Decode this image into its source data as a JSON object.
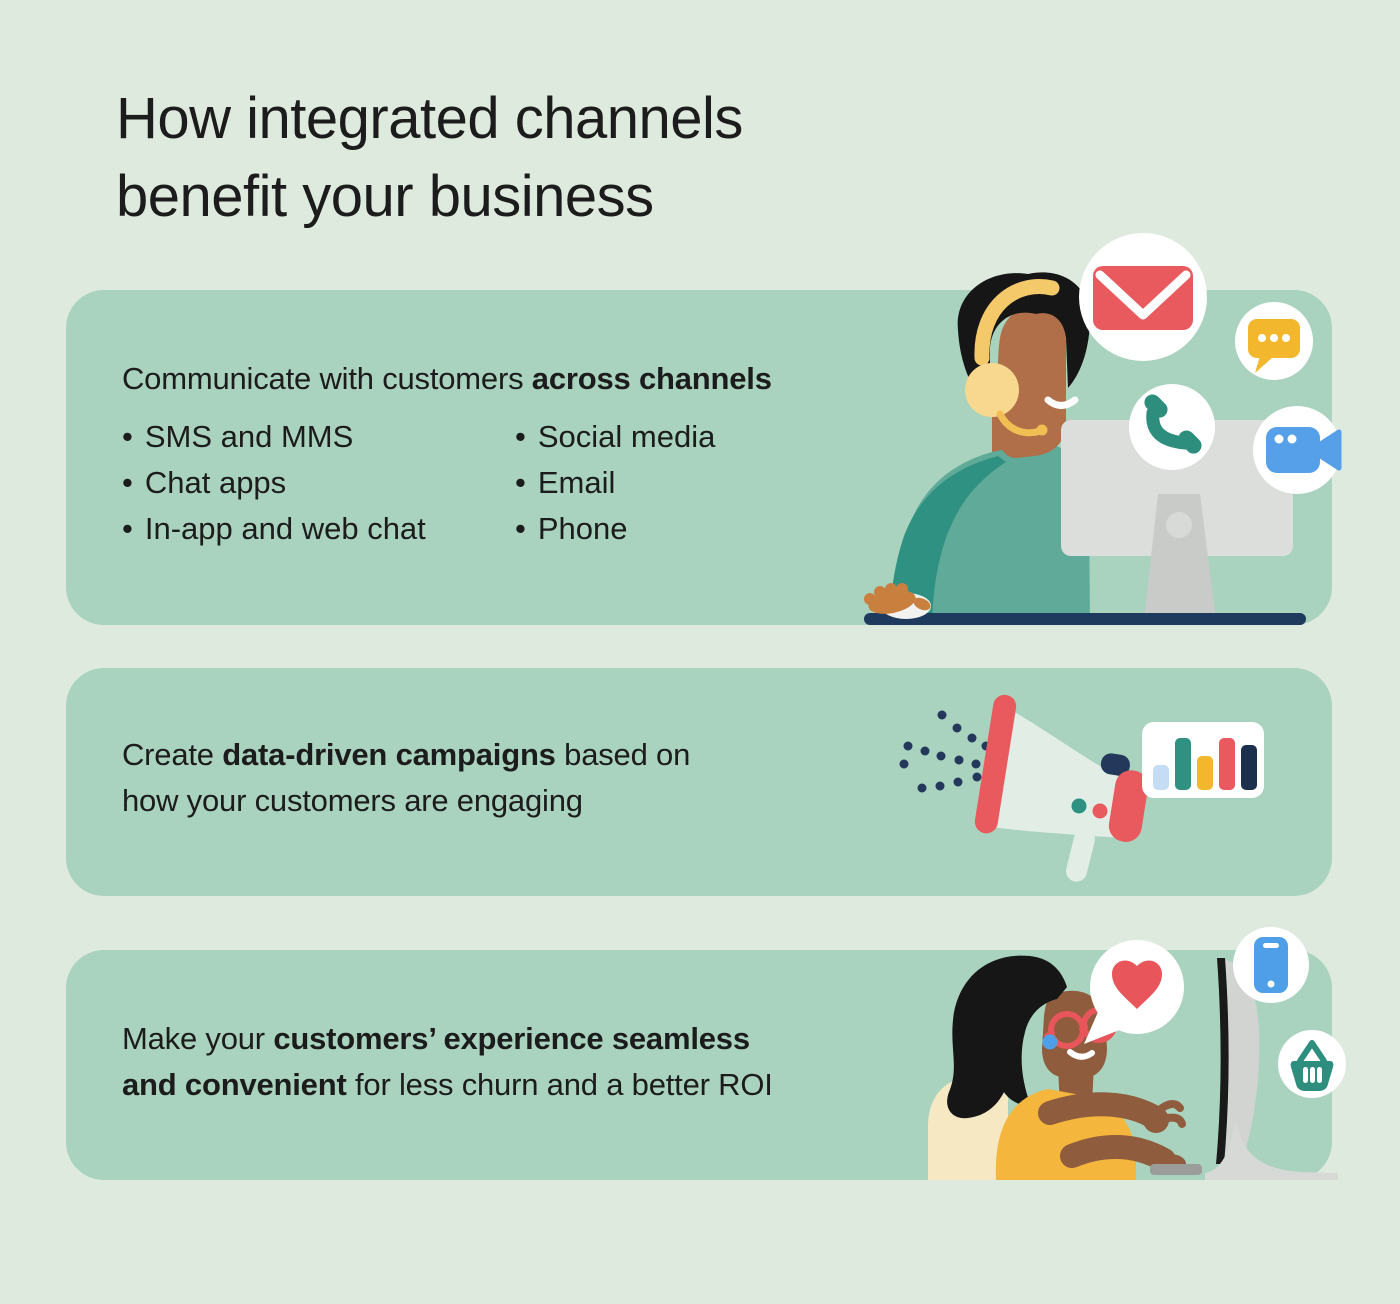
{
  "page": {
    "title_line1": "How integrated channels",
    "title_line2": "benefit your business"
  },
  "colors": {
    "background": "#dfeadf",
    "card": "#a9d3be",
    "text": "#1c1c1c",
    "red": "#e95a5e",
    "heart_red": "#e8565c",
    "yellow": "#f2b72c",
    "teal": "#2e8e7e",
    "blue": "#55a0e8",
    "light_blue": "#c4ddf4",
    "navy_desk": "#1e3a5c",
    "navy_bar": "#1c2f4d",
    "shirt_teal": "#5faa99",
    "shirt_teal_dark": "#2f9181",
    "skin_man": "#b06f48",
    "skin_woman": "#8f5c3d",
    "hair_black": "#161616",
    "chair_cream": "#f5e8c2",
    "headset_yellow": "#f3c96a",
    "top_yellow": "#f4b63c",
    "monitor_gray": "#dcdedc",
    "megaphone_mint": "#e2eee5",
    "icon_circle": "#ffffff"
  },
  "cards": [
    {
      "name": "communicate-across-channels",
      "heading": {
        "pre": "Communicate with customers ",
        "bold": "across channels"
      },
      "bullets_col1": [
        "SMS and MMS",
        "Chat apps",
        "In-app and web chat"
      ],
      "bullets_col2": [
        "Social media",
        "Email",
        "Phone"
      ],
      "icons": [
        "email-icon",
        "chat-bubble-icon",
        "phone-icon",
        "video-camera-icon"
      ],
      "illustration": "support-agent-with-headset-at-monitor"
    },
    {
      "name": "data-driven-campaigns",
      "heading": {
        "line1_pre": "Create ",
        "line1_bold": "data-driven campaigns",
        "line1_post": " based on",
        "line2": "how your customers are engaging"
      },
      "icons": [
        "megaphone-icon",
        "bar-chart-icon"
      ],
      "illustration": "megaphone-with-engagement-chart"
    },
    {
      "name": "seamless-customer-experience",
      "heading": {
        "line1_pre": "Make your ",
        "line1_bold": "customers’ experience seamless",
        "line2_bold": "and convenient",
        "line2_post": " for less churn and a better ROI"
      },
      "icons": [
        "heart-icon",
        "smartphone-icon",
        "shopping-basket-icon"
      ],
      "illustration": "woman-typing-at-monitor"
    }
  ]
}
